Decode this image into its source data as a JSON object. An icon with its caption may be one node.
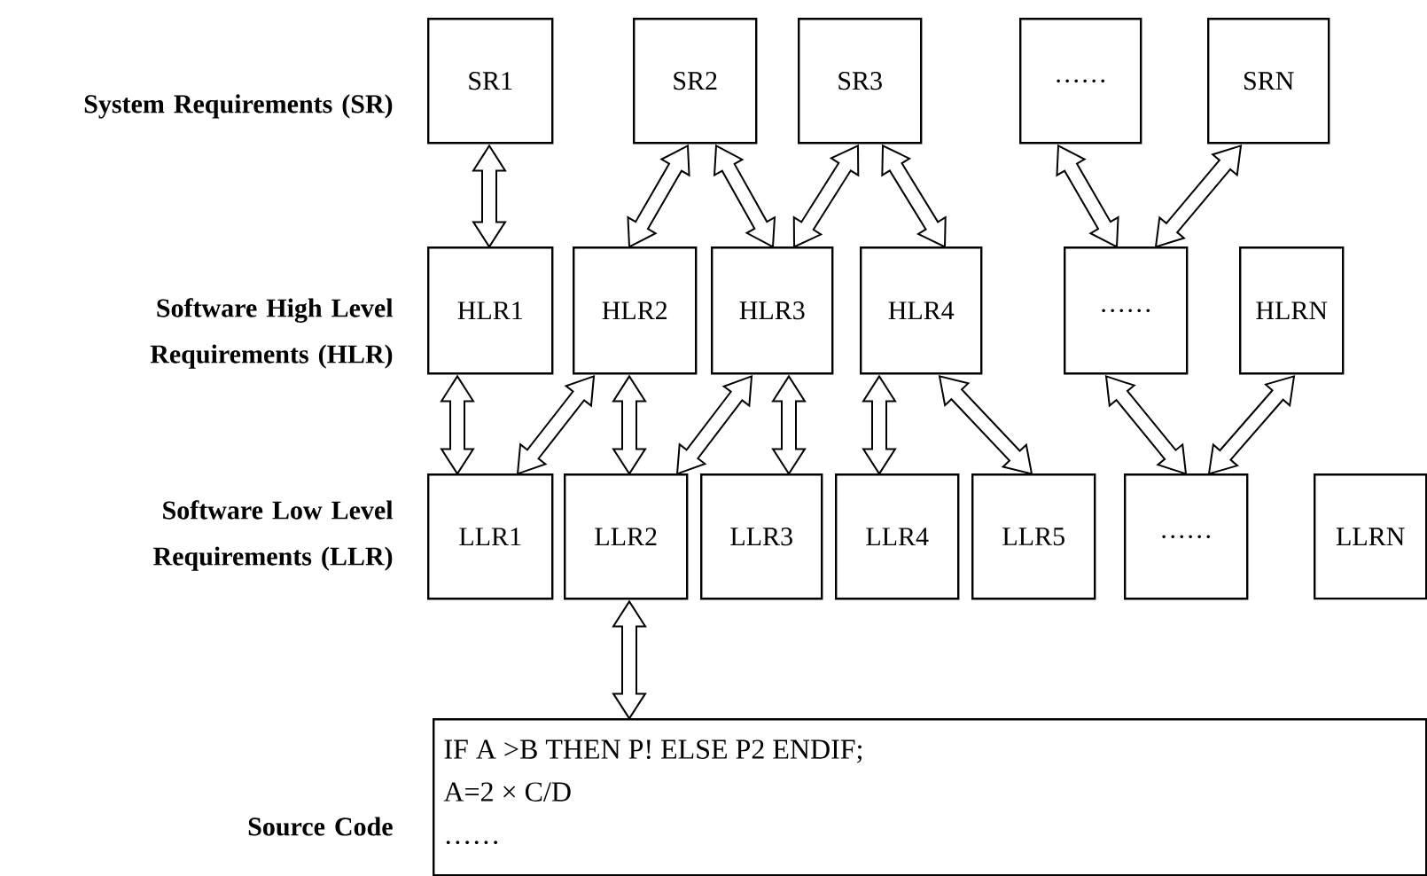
{
  "diagram": {
    "nodes": [
      {
        "text": [
          "SR1"
        ]
      },
      {
        "text": [
          "SR2"
        ]
      },
      {
        "text": [
          "SR3"
        ]
      },
      {
        "text": [
          "……"
        ]
      },
      {
        "text": [
          "SRN"
        ]
      },
      {
        "text": [
          "HLR1"
        ]
      },
      {
        "text": [
          "HLR2"
        ]
      },
      {
        "text": [
          "HLR3"
        ]
      },
      {
        "text": [
          "HLR4"
        ]
      },
      {
        "text": [
          "……"
        ]
      },
      {
        "text": [
          "HLRN"
        ]
      },
      {
        "text": [
          "LLR1"
        ]
      },
      {
        "text": [
          "LLR2"
        ]
      },
      {
        "text": [
          "LLR3"
        ]
      },
      {
        "text": [
          "LLR4"
        ]
      },
      {
        "text": [
          "LLR5"
        ]
      },
      {
        "text": [
          "……"
        ]
      },
      {
        "text": [
          "LLRN"
        ]
      },
      {
        "text": [
          "IF A >B THEN P! ELSE P2 ENDIF;",
          "A=2 × C/D",
          "……"
        ]
      }
    ],
    "edges": [
      {
        "from": 0,
        "to": 5,
        "arrow": "both"
      },
      {
        "from": 1,
        "to": 6,
        "arrow": "both"
      },
      {
        "from": 1,
        "to": 7,
        "arrow": "both"
      },
      {
        "from": 2,
        "to": 7,
        "arrow": "both"
      },
      {
        "from": 2,
        "to": 8,
        "arrow": "both"
      },
      {
        "from": 3,
        "to": 9,
        "arrow": "both"
      },
      {
        "from": 4,
        "to": 9,
        "arrow": "both"
      },
      {
        "from": 5,
        "to": 11,
        "arrow": "both"
      },
      {
        "from": 6,
        "to": 11,
        "arrow": "both"
      },
      {
        "from": 6,
        "to": 12,
        "arrow": "both"
      },
      {
        "from": 7,
        "to": 12,
        "arrow": "both"
      },
      {
        "from": 7,
        "to": 13,
        "arrow": "both"
      },
      {
        "from": 8,
        "to": 14,
        "arrow": "both"
      },
      {
        "from": 8,
        "to": 15,
        "arrow": "both"
      },
      {
        "from": 9,
        "to": 16,
        "arrow": "both"
      },
      {
        "from": 10,
        "to": 16,
        "arrow": "both"
      },
      {
        "from": 12,
        "to": 18,
        "arrow": "both"
      }
    ],
    "labels": [
      "System Requirements (SR)",
      "Software High Level Requirements (HLR)",
      "Software Low Level Requirements (LLR)",
      "Source Code"
    ]
  }
}
